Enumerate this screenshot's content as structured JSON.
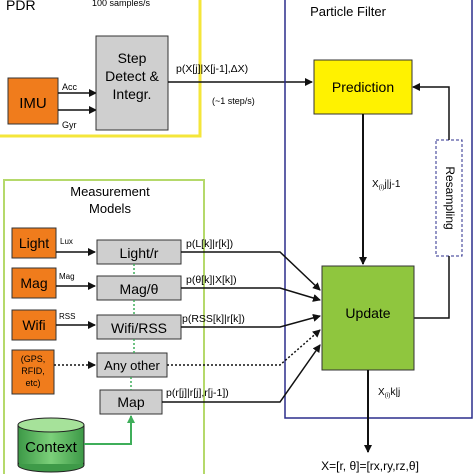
{
  "colors": {
    "pdr_border": "#f4e63a",
    "filter_border": "#2b2d8c",
    "measurement_border": "#b5d96b",
    "orange": "#f07c1c",
    "gray": "#cfcfcf",
    "yellow": "#fff200",
    "green": "#8fc63e",
    "context_green": "#5cb85c"
  },
  "pdr": {
    "title": "PDR",
    "rate": "100 samples/s",
    "imu": "IMU",
    "acc": "Acc",
    "gyr": "Gyr",
    "step_line1": "Step",
    "step_line2": "Detect &",
    "step_line3": "Integr.",
    "edge_label": "p(X[j]|X[j-1],ΔX)",
    "step_rate": "(~1 step/s)"
  },
  "particle_filter": {
    "title": "Particle Filter",
    "prediction": "Prediction",
    "xpred": "X(i)j|j-1",
    "xpred_main": "X",
    "xpred_sub": "(i)",
    "xpred_rest": "j|j-1",
    "resampling": "Resampling",
    "update": "Update",
    "xupd_main": "X",
    "xupd_sub": "(i)",
    "xupd_rest": "k|j",
    "output": "X=[r, θ]=[rx,ry,rz,θ]"
  },
  "measurement": {
    "title_line1": "Measurement",
    "title_line2": "Models",
    "sources": [
      {
        "label": "Light",
        "sub": "Lux"
      },
      {
        "label": "Mag",
        "sub": "Mag"
      },
      {
        "label": "Wifi",
        "sub": "RSS"
      },
      {
        "label_lines": [
          "(GPS,",
          "RFID,",
          "etc)"
        ]
      }
    ],
    "models": [
      "Light/r",
      "Mag/θ",
      "Wifi/RSS",
      "Any other",
      "Map"
    ],
    "edges": [
      "p(L[k]|r[k])",
      "p(θ[k]|X[k])",
      "p(RSS[k]|r[k])",
      "p(r[j]|r[j],r[j-1])"
    ],
    "context": "Context"
  }
}
